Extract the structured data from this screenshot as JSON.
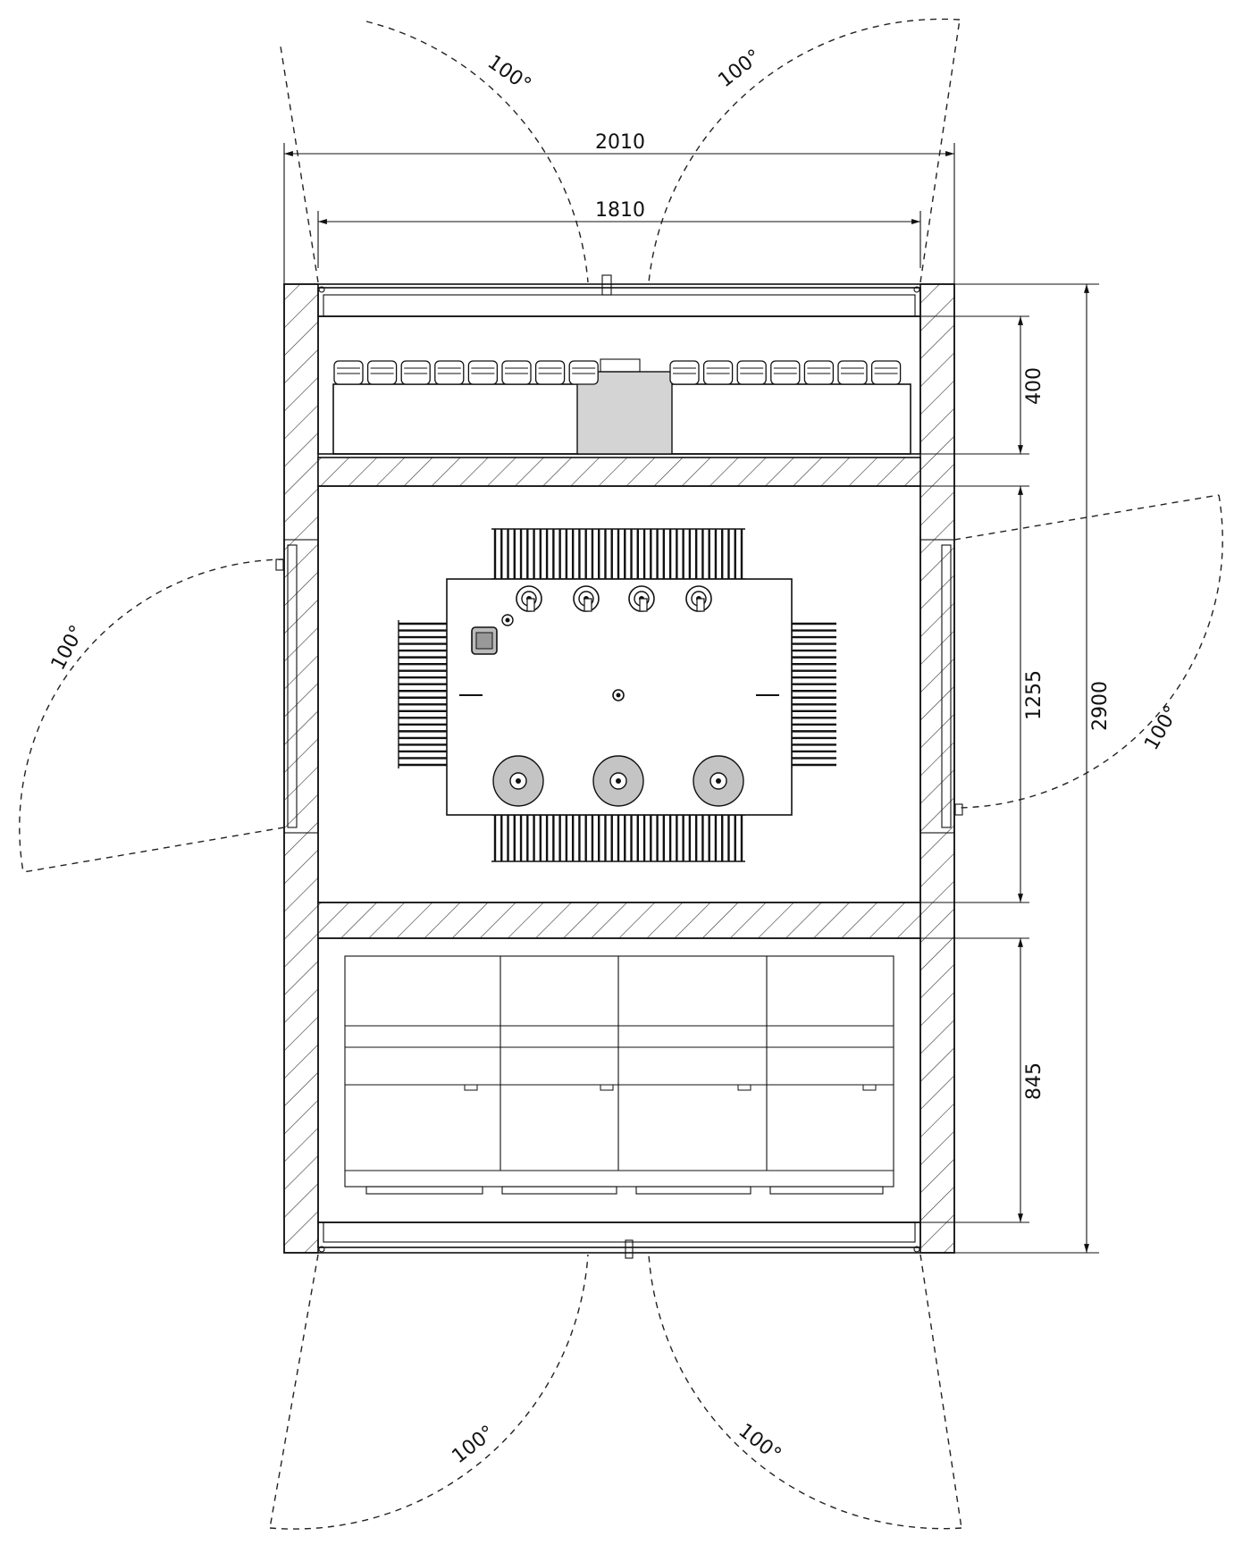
{
  "drawing": {
    "dimensions": {
      "outer_width": "2010",
      "inner_width": "1810",
      "total_depth": "2900",
      "top_section_depth": "400",
      "middle_section_depth": "1255",
      "bottom_section_depth": "845"
    },
    "door_angles": {
      "top_left": "100°",
      "top_right": "100°",
      "left": "100°",
      "right": "100°",
      "bottom_left": "100°",
      "bottom_right": "100°"
    }
  }
}
